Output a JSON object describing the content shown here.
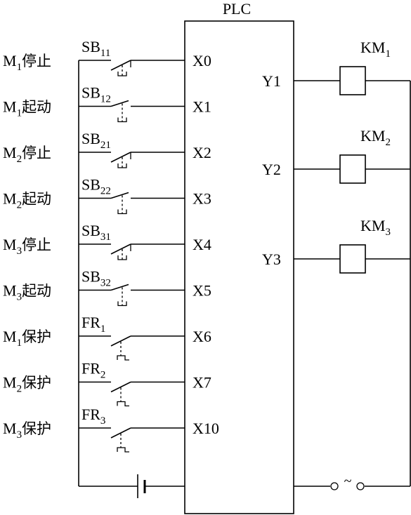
{
  "plc": {
    "title": "PLC",
    "inputs": [
      "X0",
      "X1",
      "X2",
      "X3",
      "X4",
      "X5",
      "X6",
      "X7",
      "X10"
    ],
    "outputs": [
      "Y1",
      "Y2",
      "Y3"
    ]
  },
  "input_rows": [
    {
      "motor": "M",
      "motor_sub": "1",
      "function": "停止",
      "device": "SB",
      "device_sub": "11",
      "kind": "stop"
    },
    {
      "motor": "M",
      "motor_sub": "1",
      "function": "起动",
      "device": "SB",
      "device_sub": "12",
      "kind": "start"
    },
    {
      "motor": "M",
      "motor_sub": "2",
      "function": "停止",
      "device": "SB",
      "device_sub": "21",
      "kind": "stop"
    },
    {
      "motor": "M",
      "motor_sub": "2",
      "function": "起动",
      "device": "SB",
      "device_sub": "22",
      "kind": "start"
    },
    {
      "motor": "M",
      "motor_sub": "3",
      "function": "停止",
      "device": "SB",
      "device_sub": "31",
      "kind": "stop"
    },
    {
      "motor": "M",
      "motor_sub": "3",
      "function": "起动",
      "device": "SB",
      "device_sub": "32",
      "kind": "start"
    },
    {
      "motor": "M",
      "motor_sub": "1",
      "function": "保护",
      "device": "FR",
      "device_sub": "1",
      "kind": "thermal"
    },
    {
      "motor": "M",
      "motor_sub": "2",
      "function": "保护",
      "device": "FR",
      "device_sub": "2",
      "kind": "thermal"
    },
    {
      "motor": "M",
      "motor_sub": "3",
      "function": "保护",
      "device": "FR",
      "device_sub": "3",
      "kind": "thermal"
    }
  ],
  "output_loads": [
    {
      "name": "KM",
      "sub": "1"
    },
    {
      "name": "KM",
      "sub": "2"
    },
    {
      "name": "KM",
      "sub": "3"
    }
  ],
  "sources": {
    "input_side": "dc-battery",
    "output_side": "ac-source",
    "ac_symbol": "~"
  },
  "colors": {
    "ink": "#000000",
    "background": "#ffffff"
  }
}
